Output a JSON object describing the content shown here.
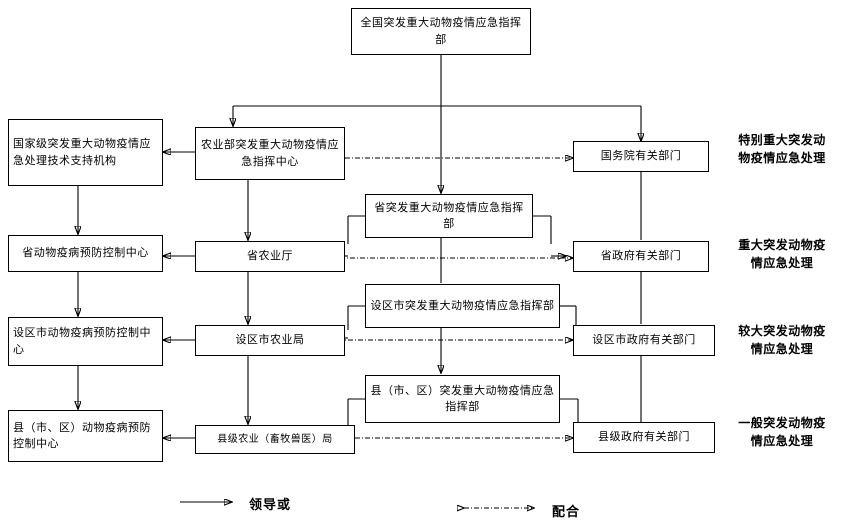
{
  "diagram": {
    "title_box": {
      "text": "全国突发重大动物疫情应急指挥部"
    },
    "left_column": [
      {
        "id": "national-tech",
        "text": "国家级突发重大动物疫情应急处理技术支持机构"
      },
      {
        "id": "prov-cdc",
        "text": "省动物疫病预防控制中心"
      },
      {
        "id": "city-cdc",
        "text": "设区市动物疫病预防控制中心"
      },
      {
        "id": "county-cdc",
        "text": "县（市、区）动物疫病预防控制中心"
      }
    ],
    "center_admin_column": [
      {
        "id": "moa-center",
        "text": "农业部突发重大动物疫情应急指挥中心"
      },
      {
        "id": "prov-agri",
        "text": "省农业厅"
      },
      {
        "id": "city-agri",
        "text": "设区市农业局"
      },
      {
        "id": "county-agri",
        "text": "县级农业（畜牧兽医）局"
      }
    ],
    "center_command_column": [
      {
        "id": "prov-command",
        "text": "省突发重大动物疫情应急指挥部"
      },
      {
        "id": "city-command",
        "text": "设区市突发重大动物疫情应急指挥部"
      },
      {
        "id": "county-command",
        "text": "县（市、区）突发重大动物疫情应急指挥部"
      }
    ],
    "right_column": [
      {
        "id": "statecouncil-depts",
        "text": "国务院有关部门"
      },
      {
        "id": "prov-gov-depts",
        "text": "省政府有关部门"
      },
      {
        "id": "city-gov-depts",
        "text": "设区市政府有关部门"
      },
      {
        "id": "county-gov-depts",
        "text": "县级政府有关部门"
      }
    ],
    "level_labels": [
      {
        "id": "level-1",
        "text": "特别重大突发动\n物疫情应急处理"
      },
      {
        "id": "level-2",
        "text": "重大突发动物疫\n情应急处理"
      },
      {
        "id": "level-3",
        "text": "较大突发动物疫\n情应急处理"
      },
      {
        "id": "level-4",
        "text": "一般突发动物疫\n情应急处理"
      }
    ],
    "legend": {
      "lead": {
        "label": "领导或",
        "arrow": "solid-arrow-icon"
      },
      "coordinate": {
        "label": "配合",
        "arrow": "dash-double-arrow-icon"
      }
    }
  }
}
